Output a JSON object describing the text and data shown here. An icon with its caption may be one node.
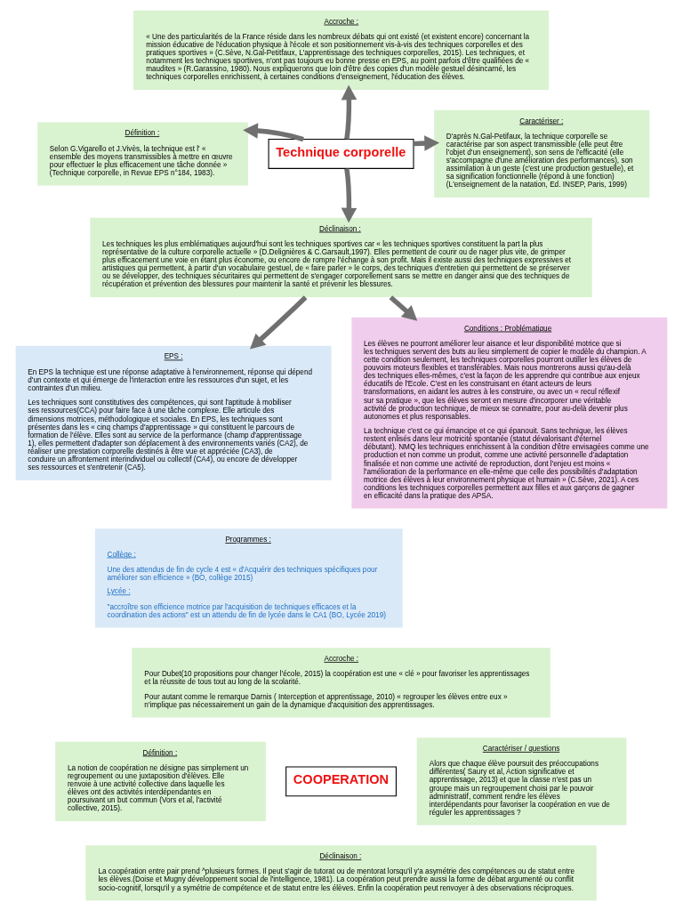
{
  "diagram": {
    "nodes": [
      {
        "text": [
          "Accroche :",
          "« Une des particularités de la France réside dans les nombreux débats qui ont existé (et existent encore) concernant la mission éducative de l'éducation physique à l'école et son positionnement vis-à-vis des techniques corporelles et des pratiques sportives » (C.Sève, N.Gal-Petitfaux, L'apprentissage des techniques corporelles, 2015). Les techniques, et notamment les techniques sportives, n'ont pas toujours eu bonne presse en EPS, au point parfois d'être qualifiées de « maudites » (R.Garassino, 1980). Nous expliquerons que loin d'être des copies d'un modèle gestuel désincarné, les techniques corporelles enrichissent, à certaines conditions d'enseignement, l'éducation des élèves."
        ]
      },
      {
        "text": [
          "Définition :",
          "Selon G.Vigarello et J.Vivès, la technique est l' « ensemble des moyens transmissibles à mettre en œuvre pour effectuer le plus efficacement une tâche donnée » (Technique corporelle, in Revue EPS n°184, 1983)."
        ]
      },
      {
        "text": [
          "Technique corporelle"
        ]
      },
      {
        "text": [
          "Caractériser :",
          "D'après N.Gal-Petifaux, la technique corporelle se caractérise par son aspect transmissible (elle peut être l'objet d'un enseignement), son sens de l'efficacité (elle s'accompagne d'une amélioration des performances), son assimilation à un geste (c'est une production gestuelle), et sa signification fonctionnelle (répond à une fonction) (L'enseignement de la natation, Ed. INSEP, Paris, 1999)"
        ]
      },
      {
        "text": [
          "Déclinaison :",
          "Les techniques les plus emblématiques aujourd'hui sont les techniques sportives car « les techniques sportives constituent la part la plus représentative de la culture corporelle actuelle » (D.Delignières & C.Garsault,1997). Elles permettent de courir ou de nager plus vite, de grimper plus efficacement une voie en étant plus économe, ou encore de rompre l'échange à son profit. Mais il existe aussi des techniques expressives et artistiques qui permettent, à partir d'un vocabulaire gestuel, de « faire parler » le corps, des techniques d'entretien qui permettent de se préserver ou se développer, des techniques sécuritaires qui permettent de s'engager corporellement sans se mettre en danger ainsi que des techniques de récupération et prévention des blessures pour maintenir la santé et prévenir les blessures."
        ]
      },
      {
        "text": [
          "EPS :",
          "En EPS la technique est une réponse adaptative à l'environnement, réponse qui dépend d'un contexte et qui émerge de l'interaction entre les ressources d'un sujet, et les contraintes d'un milieu.",
          "Les techniques sont constitutives des compétences, qui sont l'aptitude à mobiliser ses ressources(CCA) pour faire face à une tâche complexe. Elle articule des dimensions motrices, méthodologique et sociales. En EPS, les techniques sont présentes dans les « cinq champs d'apprentissage » qui constituent le parcours de formation de l'élève. Elles sont au service de la performance (champ d'apprentissage 1), elles permettent d'adapter son déplacement à des environnements variés (CA2), de réaliser une prestation corporelle destinés à être vue et appréciée (CA3), de conduire un affrontement interindividuel ou collectif (CA4), ou encore de développer ses ressources et s'entretenir (CA5)."
        ]
      },
      {
        "text": [
          "Programmes :",
          "Collège :",
          "Une des attendus de fin de cycle 4 est « d'Acquérir des techniques spécifiques pour améliorer son efficience » (BO, collège 2015)",
          "Lycée :",
          "\"accroître son efficience motrice par l'acquisition de techniques efficaces et la coordination des actions\" est un attendu de fin de lycée dans le CA1 (BO, Lycée 2019)"
        ]
      },
      {
        "text": [
          "Conditions : Problématique",
          "Les élèves ne pourront améliorer leur aisance et leur disponibilité motrice que si les techniques servent des buts au lieu simplement de copier le modèle du champion. A cette condition seulement, les techniques corporelles pourront outiller les élèves de pouvoirs moteurs flexibles et transférables. Mais nous montrerons aussi qu'au-delà des techniques elles-mêmes, c'est la façon de les apprendre qui contribue aux enjeux éducatifs de l'Ecole. C'est en les construisant en étant acteurs de leurs transformations, en aidant les autres à les construire, ou avec un « recul réflexif sur sa pratique », que les élèves seront en mesure d'incorporer une véritable activité de production technique, de mieux se connaitre, pour au-delà devenir plus autonomes et plus responsables.",
          "La technique c'est ce qui émancipe et ce qui épanouit. Sans technique, les élèves restent enlisés dans leur motricité spontanée (statut dévalorisant d'éternel débutant). NMQ les techniques enrichissent à la condition d'être envisagées comme une production et non comme un produit, comme une activité personnelle d'adaptation finalisée et non comme une activité de reproduction, dont l'enjeu est moins « l'amélioration de la performance en elle-même que celle des possibilités d'adaptation motrice des élèves à leur environnement physique et humain » (C.Sève, 2021). A ces conditions les techniques corporelles permettent aux filles et aux garçons de gagner en efficacité dans la pratique des APSA."
        ]
      },
      {
        "text": [
          "Accroche :",
          "Pour Dubet(10 propositions pour changer l'école, 2015) la coopération est une « clé » pour favoriser les apprentissages et la réussite de tous tout au long de la scolarité.",
          "Pour autant comme le remarque Darnis ( Interception et apprentissage, 2010) « regrouper les élèves entre eux » n'implique pas nécessairement un gain de la dynamique d'acquisition des apprentissages."
        ]
      },
      {
        "text": [
          "Définition :",
          "La notion de coopération ne désigne pas simplement un regroupement ou une juxtaposition d'élèves. Elle renvoie à une activité collective dans laquelle les élèves ont des activités interdépendantes en poursuivant un but commun (Vors et al, l'activité collective, 2015)."
        ]
      },
      {
        "text": [
          "COOPERATION"
        ]
      },
      {
        "text": [
          "Caractériser / questions",
          "Alors que chaque élève poursuit des préoccupations différentes( Saury et al, Action significative et apprentissage, 2013) et que la classe n'est pas un groupe mais un regroupement choisi par le pouvoir administratif, comment rendre les élèves interdépendants pour favoriser la coopération en vue de réguler les apprentissages ?"
        ]
      },
      {
        "text": [
          "Déclinaison :",
          "La coopération entre pair prend ^plusieurs formes. Il peut s'agir de tutorat ou de mentorat lorsqu'il y'a asymétrie des compétences ou de statut entre les élèves.(Doise et Mugny développement social de l'intelligence, 1981). La coopération peut prendre aussi la forme de débat argumenté ou conflit socio-cognitif, lorsqu'il y a symétrie de compétence et de statut entre les élèves. Enfin la coopération peut renvoyer à des observations réciproques."
        ]
      }
    ],
    "edges": [
      {
        "from": 2,
        "to": 0,
        "arrow": "to"
      },
      {
        "from": 2,
        "to": 1,
        "arrow": "to"
      },
      {
        "from": 2,
        "to": 3,
        "arrow": "to"
      },
      {
        "from": 2,
        "to": 4,
        "arrow": "to"
      },
      {
        "from": 4,
        "to": 5,
        "arrow": "to"
      },
      {
        "from": 4,
        "to": 7,
        "arrow": "to"
      }
    ]
  }
}
